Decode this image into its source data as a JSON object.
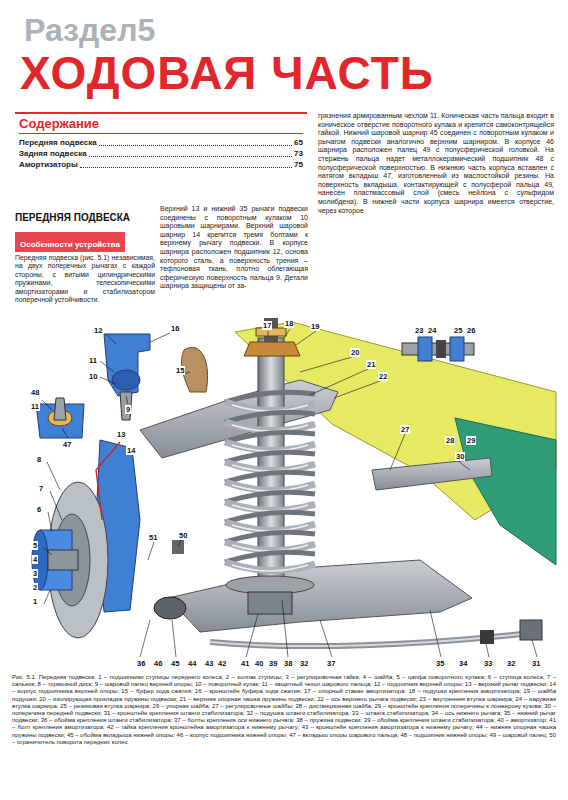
{
  "diagram": {
    "title": "ХОДОВАЯ ЧАСТЬ",
    "caption": "Рис. 5.1. Передняя подвеска: 1 – подшипники ступицы переднего колеса; 2 – колпак ступицы; 3 – регулировочная гайка; 4 – шайба; 5 – цапфа поворотного кулака; 6 – ступица колеса; 7 – сальник; 8 – тормозной диск; 9 – шаровой палец верхней опоры; 10 – поворотный кулак; 11 – защитный чехол шарового пальца; 12 – подшипник верхней опоры; 13 – верхний рычаг подвески; 14 – корпус подшипника верхней опоры; 15 – буфер хода сжатия; 16 – кронштейн буфера хода сжатия; 17 – опорный стакан амортизатора; 18 – подушки крепления амортизатора; 19 – шайба подушки; 20 – изолирующая прокладка пружины подвески; 21 – верхняя опорная чашка пружины подвески; 22 – ось верхнего рычага подвески; 23 – внутренняя втулка шарнира; 24 – наружная втулка шарнира; 25 – резиновая втулка шарнира; 26 – упорная шайба; 27 – регулировочные шайбы; 28 – дистанционная шайба; 29 – кронштейн крепления поперечины к лонжерону кузова; 30 – поперечина передней подвески; 31 – кронштейн крепления штанги стабилизатора; 32 – подушка штанги стабилизатора; 33 – штанга стабилизатора; 34 – ось нижнего рычага; 35 – нижний рычаг подвески; 36 – обойма крепления штанги стабилизатора; 37 – болты крепления оси нижнего рычага; 38 – пружина подвески; 39 – обойма крепления штанги стабилизатора; 40 – амортизатор; 41 – болт крепления амортизатора; 42 – гайка крепления кронштейна амортизатора к нижнему рычагу; 43 – кронштейн крепления амортизатора к нижнему рычагу; 44 – нижняя опорная чашка пружины подвески; 45 – обойма вкладыша нижней опоры; 46 – корпус подшипника нижней опоры; 47 – вкладыш опоры шарового пальца; 48 – подшипник нижней опоры; 49 – шаровой палец; 50 – ограничитель поворота передних колес",
    "nodes": [
      {
        "text": [
          "Содержание",
          "Передняя подвеска",
          "65",
          "Задняя подвеска",
          "73",
          "Амортизаторы",
          "75"
        ]
      },
      {
        "text": [
          "Особенности устройства"
        ]
      }
    ],
    "labels": [
      "Раздел5",
      "ПЕРЕДНЯЯ ПОДВЕСКА",
      "Передняя подвеска (рис. 5.1) независимая, на двух поперечных рычагах с каждой стороны, с витыми цилиндрическими пружинами, телескопическими амортизаторами и стабилизатором поперечной устойчивости.",
      "Верхний 13 и нижний 35 рычаги подвески соединены с поворотным кулаком 10 шаровыми шарнирами. Верхний шаровой шарнир 14 крепится тремя болтами к верхнему рычагу подвески. В корпусе шарнира расположен подшипник 12, основа которого сталь, а поверхность трения – тефлоновая ткань, плотно облегающая сферическую поверхность пальца 9. Детали шарнира защищены от за-",
      "грязнения армированным чехлом 11. Коническая часть пальца входит в коническое отверстие поворотного кулака и крепится самоконтрящейся гайкой. Нижний шаровой шарнир 45 соединен с поворотным кулаком и рычагом подвески аналогично верхним шарниром. В корпусе 46 шарнира расположен палец 49 с полусферической головкой. На стержень пальца надет металлокерамический подшипник 48 с полусферической поверхностью. В нижнюю часть корпуса вставлен с натягом вкладыш 47, изготовленный из маслостойкой резины. На поверхность вкладыша, контактирующей с полусферой пальца 49, нанесен пластмассовый слой (смесь нейлона с сульфидом молибдена). В нижней части корпуса шарнира имеется отверстие, через которое",
      "12",
      "16",
      "15",
      "11",
      "10",
      "9",
      "48",
      "11",
      "47",
      "13",
      "14",
      "8",
      "7",
      "6",
      "5",
      "4",
      "3",
      "2",
      "1",
      "17",
      "18",
      "19",
      "20",
      "21",
      "22",
      "23",
      "24",
      "25",
      "26",
      "27",
      "28",
      "29",
      "30",
      "51",
      "50",
      "36",
      "46",
      "45",
      "44",
      "43",
      "42",
      "41",
      "40",
      "39",
      "38",
      "32",
      "37",
      "35",
      "34",
      "33",
      "32",
      "31"
    ]
  }
}
